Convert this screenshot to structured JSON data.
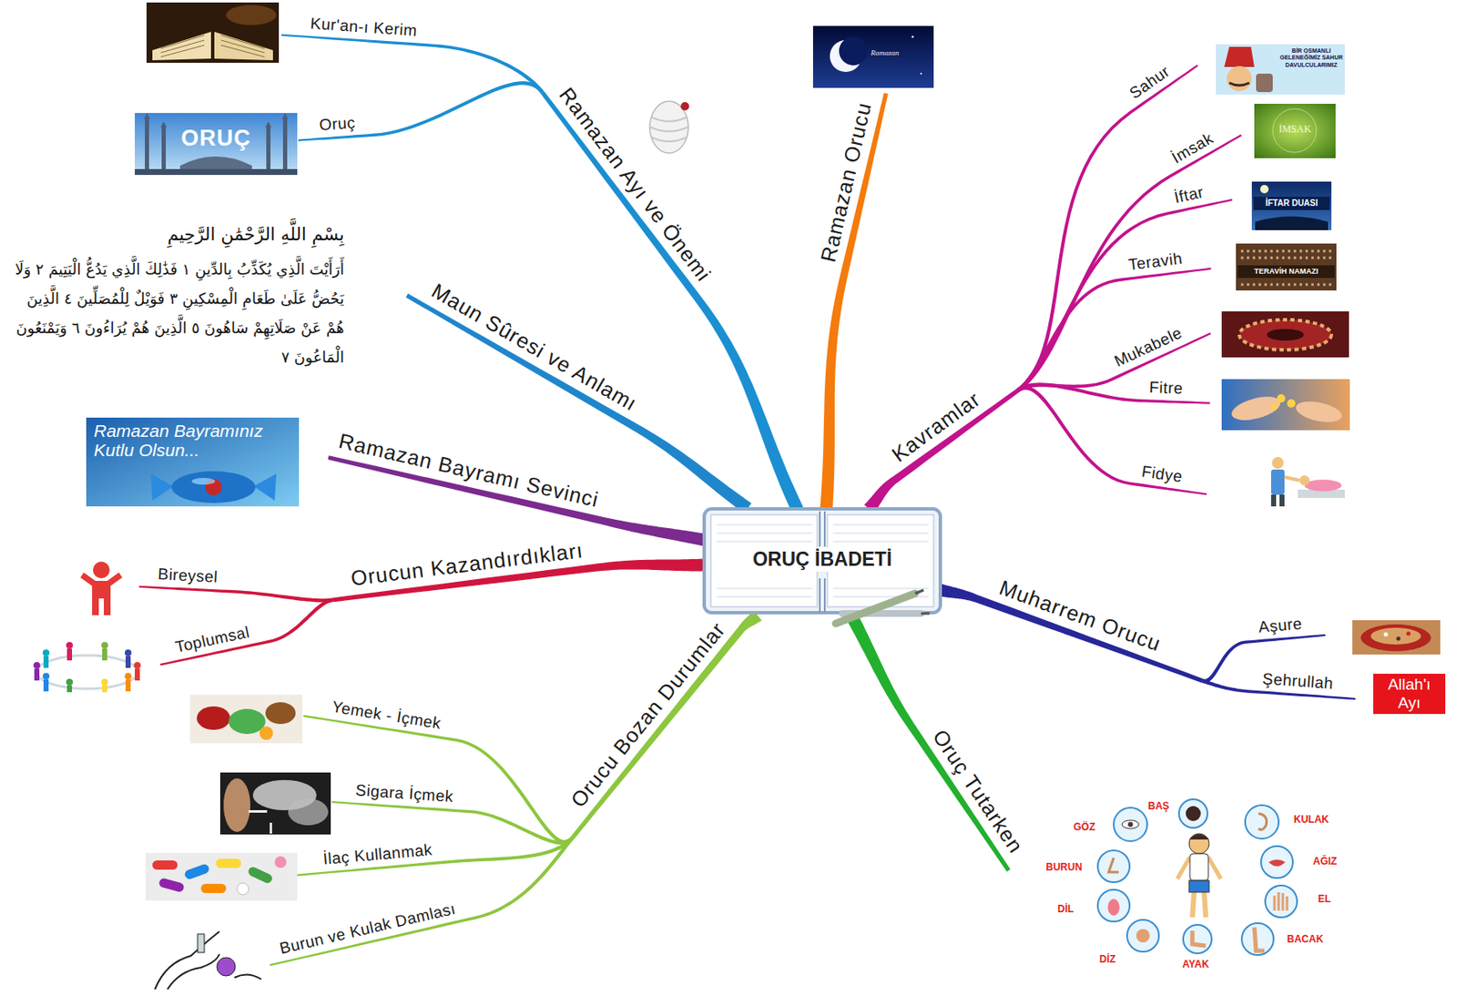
{
  "diagram": {
    "nodes": [
      {
        "text": [
          "ORUÇ İBADETİ"
        ]
      },
      {
        "text": [
          "Ramazan Ayı ve Önemi"
        ]
      },
      {
        "text": [
          "Kur'an-ı Kerim"
        ]
      },
      {
        "text": [
          "Oruç"
        ]
      },
      {
        "text": [
          "Maun Sûresi ve Anlamı"
        ]
      },
      {
        "text": [
          "Ramazan Bayramı Sevinci"
        ]
      },
      {
        "text": [
          "Orucun Kazandırdıkları"
        ]
      },
      {
        "text": [
          "Bireysel"
        ]
      },
      {
        "text": [
          "Toplumsal"
        ]
      },
      {
        "text": [
          "Orucu Bozan Durumlar"
        ]
      },
      {
        "text": [
          "Yemek - İçmek"
        ]
      },
      {
        "text": [
          "Sigara İçmek"
        ]
      },
      {
        "text": [
          "İlaç Kullanmak"
        ]
      },
      {
        "text": [
          "Burun ve Kulak Damlası"
        ]
      },
      {
        "text": [
          "Ramazan Orucu"
        ]
      },
      {
        "text": [
          "Kavramlar"
        ]
      },
      {
        "text": [
          "Sahur"
        ]
      },
      {
        "text": [
          "İmsak"
        ]
      },
      {
        "text": [
          "İftar"
        ]
      },
      {
        "text": [
          "Teravih"
        ]
      },
      {
        "text": [
          "Mukabele"
        ]
      },
      {
        "text": [
          "Fitre"
        ]
      },
      {
        "text": [
          "Fidye"
        ]
      },
      {
        "text": [
          "Muharrem Orucu"
        ]
      },
      {
        "text": [
          "Aşure"
        ]
      },
      {
        "text": [
          "Şehrullah"
        ]
      },
      {
        "text": [
          "Allah'ı Ayı"
        ]
      },
      {
        "text": [
          "Oruç Tutarken"
        ]
      }
    ],
    "edges": [
      {
        "from": 0,
        "to": 1,
        "arrow": "none"
      },
      {
        "from": 1,
        "to": 2,
        "arrow": "none"
      },
      {
        "from": 1,
        "to": 3,
        "arrow": "none"
      },
      {
        "from": 0,
        "to": 4,
        "arrow": "none"
      },
      {
        "from": 0,
        "to": 5,
        "arrow": "none"
      },
      {
        "from": 0,
        "to": 6,
        "arrow": "none"
      },
      {
        "from": 6,
        "to": 7,
        "arrow": "none"
      },
      {
        "from": 6,
        "to": 8,
        "arrow": "none"
      },
      {
        "from": 0,
        "to": 9,
        "arrow": "none"
      },
      {
        "from": 9,
        "to": 10,
        "arrow": "none"
      },
      {
        "from": 9,
        "to": 11,
        "arrow": "none"
      },
      {
        "from": 9,
        "to": 12,
        "arrow": "none"
      },
      {
        "from": 9,
        "to": 13,
        "arrow": "none"
      },
      {
        "from": 0,
        "to": 14,
        "arrow": "none"
      },
      {
        "from": 0,
        "to": 15,
        "arrow": "none"
      },
      {
        "from": 15,
        "to": 16,
        "arrow": "none"
      },
      {
        "from": 15,
        "to": 17,
        "arrow": "none"
      },
      {
        "from": 15,
        "to": 18,
        "arrow": "none"
      },
      {
        "from": 15,
        "to": 19,
        "arrow": "none"
      },
      {
        "from": 15,
        "to": 20,
        "arrow": "none"
      },
      {
        "from": 15,
        "to": 21,
        "arrow": "none"
      },
      {
        "from": 15,
        "to": 22,
        "arrow": "none"
      },
      {
        "from": 0,
        "to": 23,
        "arrow": "none"
      },
      {
        "from": 23,
        "to": 24,
        "arrow": "none"
      },
      {
        "from": 23,
        "to": 25,
        "arrow": "none"
      },
      {
        "from": 0,
        "to": 27,
        "arrow": "none"
      }
    ],
    "labels": [
      "ORUÇ",
      "Ramazan",
      "بِسْمِ اللَّهِ الرَّحْمَٰنِ الرَّحِيمِ",
      "أَرَأَيْتَ الَّذِي يُكَذِّبُ بِالدِّينِ ١ فَذَٰلِكَ الَّذِي يَدُعُّ الْيَتِيمَ ٢ وَلَا يَحُضُّ عَلَىٰ طَعَامِ الْمِسْكِينِ ٣ فَوَيْلٌ لِلْمُصَلِّينَ ٤ الَّذِينَ هُمْ عَنْ صَلَاتِهِمْ سَاهُونَ ٥ الَّذِينَ هُمْ يُرَاءُونَ ٦ وَيَمْنَعُونَ الْمَاعُونَ ٧",
      "Ramazan Bayramınız Kutlu Olsun...",
      "BİR OSMANLI GELENEĞİMİZ SAHUR DAVULCULARIMIZ",
      "İMSAK",
      "İFTAR DUASI",
      "TERAVİH NAMAZI",
      "BAŞ",
      "GÖZ",
      "KULAK",
      "BURUN",
      "AĞIZ",
      "DİL",
      "EL",
      "BACAK",
      "DİZ",
      "AYAK"
    ]
  }
}
